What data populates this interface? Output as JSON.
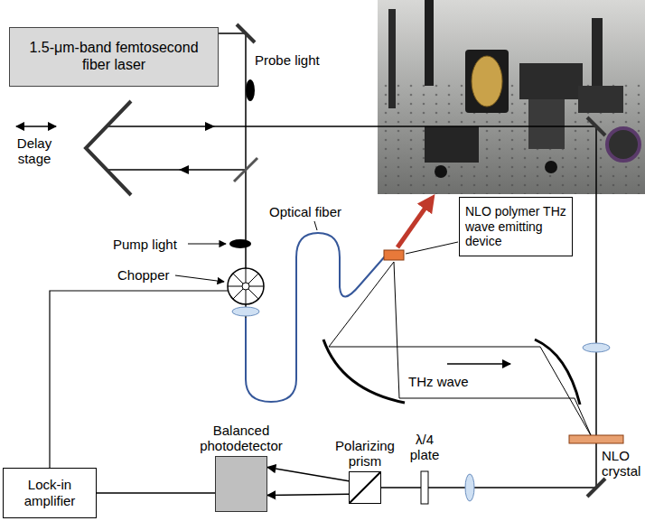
{
  "diagram": {
    "nodes": [
      {
        "text": [
          "1.5-μm-band femtosecond fiber laser"
        ]
      },
      {
        "text": [
          "NLO polymer THz wave emitting device"
        ]
      },
      {
        "text": [
          "Balanced photodetector"
        ]
      },
      {
        "text": [
          "Polarizing prism"
        ]
      },
      {
        "text": [
          "Lock-in amplifier"
        ]
      }
    ],
    "edges": [
      {
        "from": 3,
        "to": 2,
        "arrow": "to"
      },
      {
        "from": 3,
        "to": 2,
        "arrow": "to"
      },
      {
        "from": 2,
        "to": 4,
        "arrow": "none"
      }
    ],
    "labels": [
      "Probe light",
      "Delay stage",
      "Optical fiber",
      "Pump light",
      "Chopper",
      "THz wave",
      "NLO crystal",
      "λ/4 plate"
    ]
  }
}
